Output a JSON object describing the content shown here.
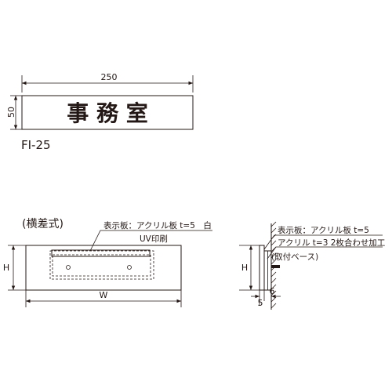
{
  "top_sign": {
    "width_dim": "250",
    "height_dim": "50",
    "sign_text": "事 務 室",
    "model": "FI-25"
  },
  "front_view": {
    "title": "(横差式)",
    "face_label": "表示板：アクリル板 t=5　白",
    "print_label": "UV印刷",
    "h_dim": "H",
    "w_dim": "W"
  },
  "side_view": {
    "face_label": "表示板：アクリル板 t=5",
    "base_label": "アクリル t=3 2枚合わせ加工",
    "base_note": "(取付ベース)",
    "h_dim": "H",
    "gap_dim": "6",
    "thick_dim": "5"
  }
}
